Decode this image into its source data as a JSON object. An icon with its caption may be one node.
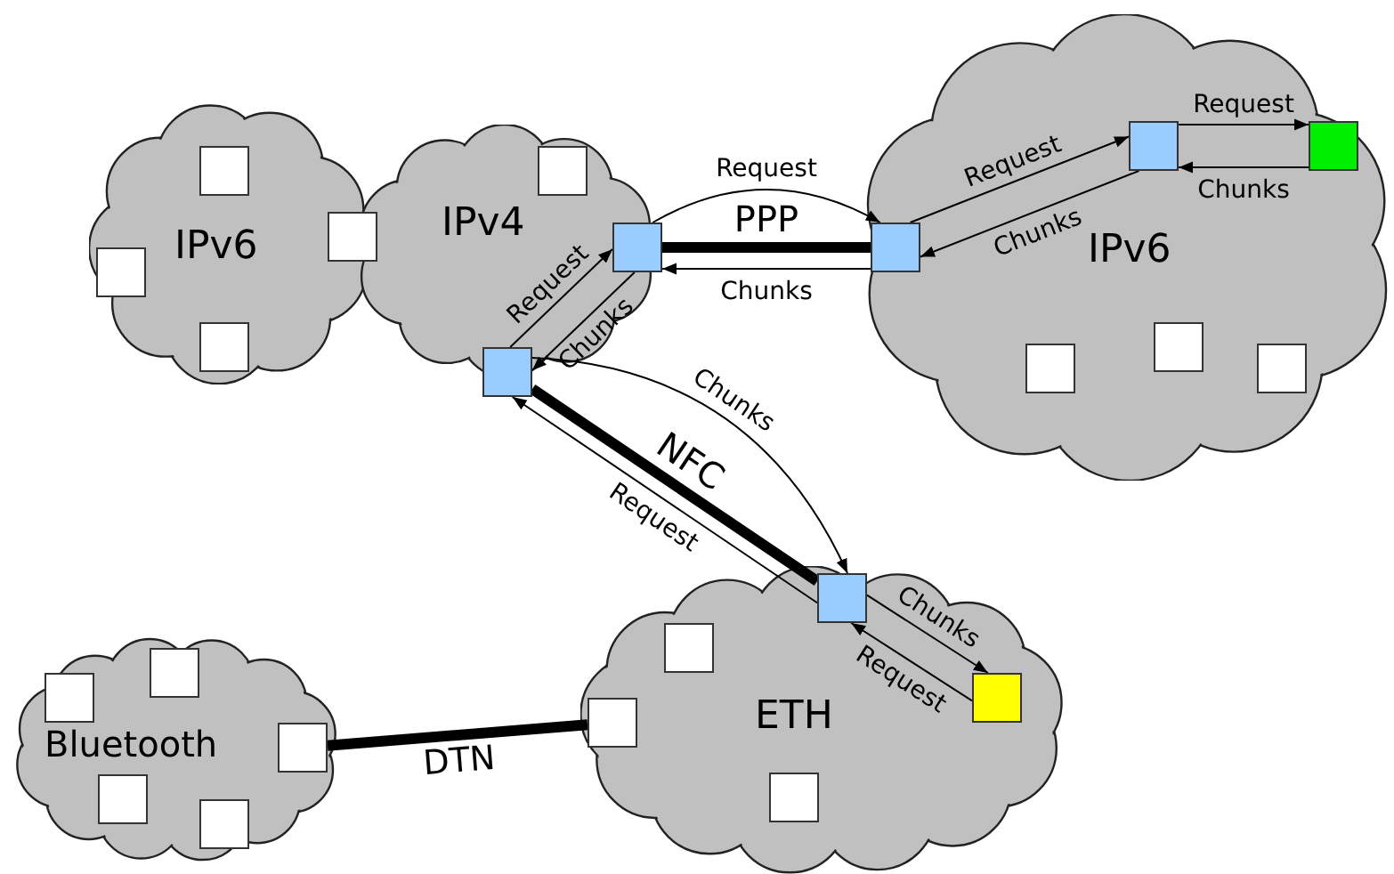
{
  "diagram": {
    "nodes": [
      {
        "text": [
          "IPv6"
        ]
      },
      {
        "text": [],
        "shape": "box",
        "in": 0
      },
      {
        "text": [],
        "shape": "box",
        "in": 0
      },
      {
        "text": [],
        "shape": "box",
        "in": 0
      },
      {
        "text": [],
        "shape": "box"
      },
      {
        "text": [
          "IPv4"
        ]
      },
      {
        "text": [],
        "shape": "box",
        "in": 5
      },
      {
        "text": [],
        "shape": "box",
        "in": 5
      },
      {
        "text": [],
        "shape": "box",
        "in": 5
      },
      {
        "text": [
          "IPv6"
        ]
      },
      {
        "text": [],
        "shape": "box",
        "in": 9
      },
      {
        "text": [],
        "shape": "box",
        "in": 9
      },
      {
        "text": [],
        "shape": "box",
        "in": 9
      },
      {
        "text": [],
        "shape": "box",
        "in": 9
      },
      {
        "text": [],
        "shape": "box",
        "in": 9
      },
      {
        "text": [],
        "shape": "box",
        "in": 9
      },
      {
        "text": [
          "ETH"
        ]
      },
      {
        "text": [],
        "shape": "box",
        "in": 16
      },
      {
        "text": [],
        "shape": "box",
        "in": 16
      },
      {
        "text": [],
        "shape": "box",
        "in": 16
      },
      {
        "text": [],
        "shape": "box",
        "in": 16
      },
      {
        "text": [],
        "shape": "box",
        "in": 16
      },
      {
        "text": [
          "Bluetooth"
        ]
      },
      {
        "text": [],
        "shape": "box",
        "in": 22
      },
      {
        "text": [],
        "shape": "box",
        "in": 22
      },
      {
        "text": [],
        "shape": "box",
        "in": 22
      },
      {
        "text": [],
        "shape": "box",
        "in": 22
      },
      {
        "text": [],
        "shape": "box",
        "in": 22
      }
    ],
    "edges": [
      {
        "from": 7,
        "to": 10,
        "arrow": "none",
        "label": "PPP",
        "style": "thick"
      },
      {
        "from": 7,
        "to": 10,
        "arrow": "to",
        "label": "Request"
      },
      {
        "from": 10,
        "to": 7,
        "arrow": "to",
        "label": "Chunks"
      },
      {
        "from": 8,
        "to": 7,
        "arrow": "to",
        "label": "Request"
      },
      {
        "from": 7,
        "to": 8,
        "arrow": "to",
        "label": "Chunks"
      },
      {
        "from": 10,
        "to": 11,
        "arrow": "to",
        "label": "Request"
      },
      {
        "from": 11,
        "to": 10,
        "arrow": "to",
        "label": "Chunks"
      },
      {
        "from": 11,
        "to": 12,
        "arrow": "to",
        "label": "Request"
      },
      {
        "from": 12,
        "to": 11,
        "arrow": "to",
        "label": "Chunks"
      },
      {
        "from": 8,
        "to": 17,
        "arrow": "none",
        "label": "NFC",
        "style": "thick"
      },
      {
        "from": 8,
        "to": 17,
        "arrow": "to",
        "label": "Chunks"
      },
      {
        "from": 17,
        "to": 8,
        "arrow": "to",
        "label": "Request"
      },
      {
        "from": 17,
        "to": 21,
        "arrow": "to",
        "label": "Chunks"
      },
      {
        "from": 21,
        "to": 17,
        "arrow": "to",
        "label": "Request"
      },
      {
        "from": 25,
        "to": 19,
        "arrow": "none",
        "label": "DTN",
        "style": "thick"
      }
    ]
  }
}
